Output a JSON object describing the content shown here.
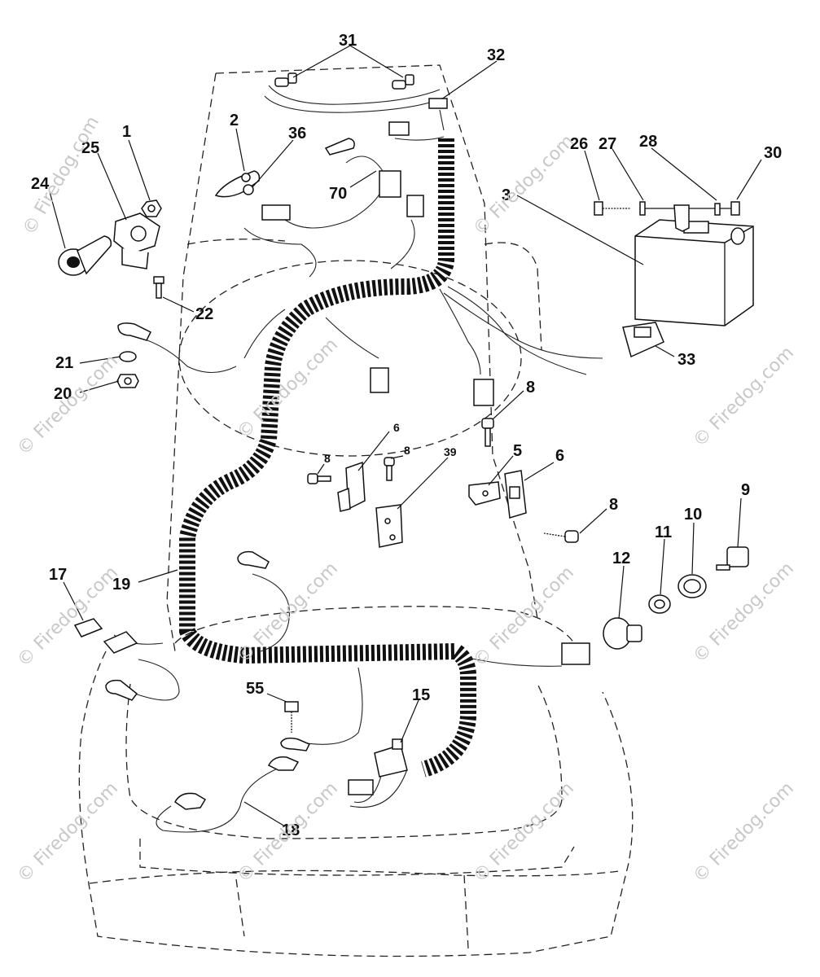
{
  "watermark": {
    "text": "© Firedog.com",
    "color": "#c8c8c8"
  },
  "callouts": [
    {
      "id": "c31",
      "label": "31"
    },
    {
      "id": "c32",
      "label": "32"
    },
    {
      "id": "c2",
      "label": "2"
    },
    {
      "id": "c36",
      "label": "36"
    },
    {
      "id": "c1",
      "label": "1"
    },
    {
      "id": "c25",
      "label": "25"
    },
    {
      "id": "c24",
      "label": "24"
    },
    {
      "id": "c70",
      "label": "70"
    },
    {
      "id": "c26",
      "label": "26"
    },
    {
      "id": "c27",
      "label": "27"
    },
    {
      "id": "c28",
      "label": "28"
    },
    {
      "id": "c30",
      "label": "30"
    },
    {
      "id": "c3",
      "label": "3"
    },
    {
      "id": "c22",
      "label": "22"
    },
    {
      "id": "c21",
      "label": "21"
    },
    {
      "id": "c20",
      "label": "20"
    },
    {
      "id": "c33",
      "label": "33"
    },
    {
      "id": "c8a",
      "label": "8"
    },
    {
      "id": "c6a",
      "label": "6"
    },
    {
      "id": "c8b",
      "label": "8"
    },
    {
      "id": "c8c",
      "label": "8"
    },
    {
      "id": "c39",
      "label": "39"
    },
    {
      "id": "c5",
      "label": "5"
    },
    {
      "id": "c6b",
      "label": "6"
    },
    {
      "id": "c8d",
      "label": "8"
    },
    {
      "id": "c9",
      "label": "9"
    },
    {
      "id": "c10",
      "label": "10"
    },
    {
      "id": "c11",
      "label": "11"
    },
    {
      "id": "c12",
      "label": "12"
    },
    {
      "id": "c17",
      "label": "17"
    },
    {
      "id": "c19",
      "label": "19"
    },
    {
      "id": "c55",
      "label": "55"
    },
    {
      "id": "c15",
      "label": "15"
    },
    {
      "id": "c18",
      "label": "18"
    }
  ]
}
